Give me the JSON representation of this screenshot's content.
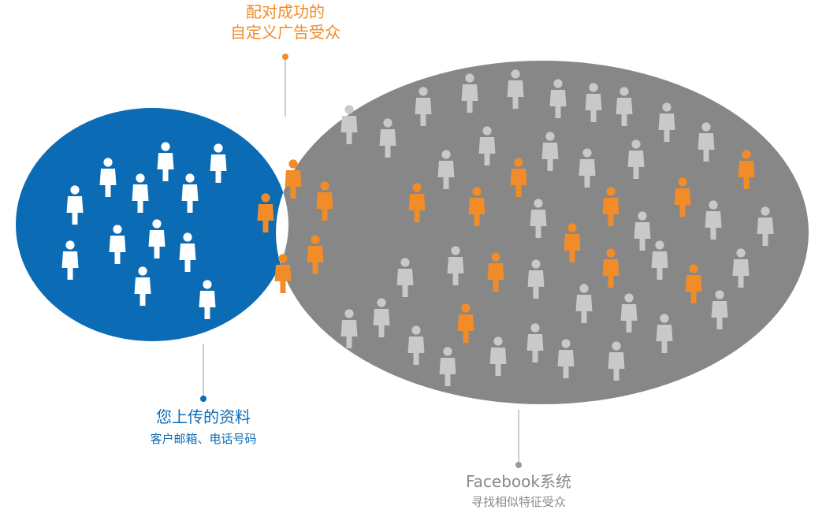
{
  "labels": {
    "match": {
      "line1": "配对成功的",
      "line2": "自定义广告受众",
      "color": "#F28C28"
    },
    "upload": {
      "title": "您上传的资料",
      "subtitle": "客户邮箱、电话号码",
      "color": "#0B6BB5"
    },
    "facebook": {
      "title": "Facebook系统",
      "subtitle": "寻找相似特征受众",
      "color": "#8A8A8A"
    }
  },
  "colors": {
    "blue_set": "#0B6BB5",
    "gray_set": "#878787",
    "overlap": "#FFFFFF",
    "person_white": "#FFFFFF",
    "person_orange": "#F28C28",
    "person_gray": "#C9C9C9",
    "leader_line": "#9A9A9A"
  }
}
